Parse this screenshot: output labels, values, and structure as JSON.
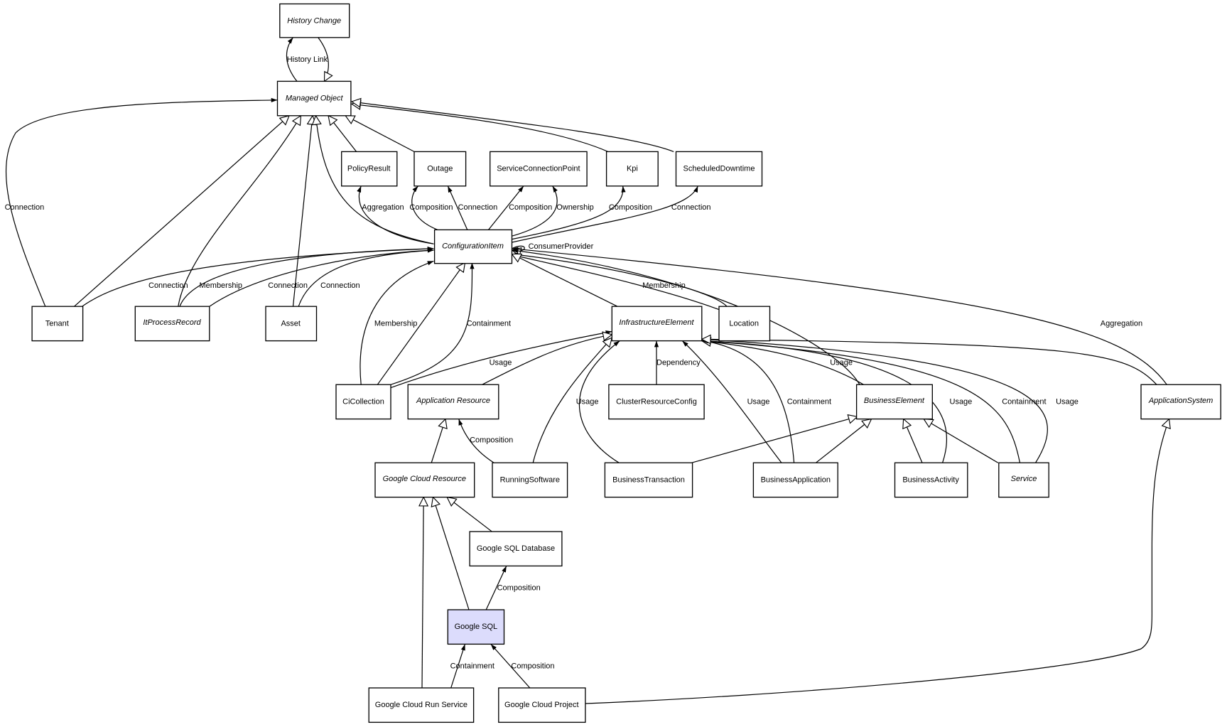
{
  "title": "Google SQL class diagram",
  "nodes": {
    "history_change": {
      "label": "History Change",
      "abstract": true
    },
    "managed_object": {
      "label": "Managed Object",
      "abstract": true
    },
    "policy_result": {
      "label": "PolicyResult",
      "abstract": false
    },
    "outage": {
      "label": "Outage",
      "abstract": false
    },
    "service_connection_point": {
      "label": "ServiceConnectionPoint",
      "abstract": false
    },
    "kpi": {
      "label": "Kpi",
      "abstract": false
    },
    "scheduled_downtime": {
      "label": "ScheduledDowntime",
      "abstract": false
    },
    "configuration_item": {
      "label": "ConfigurationItem",
      "abstract": true
    },
    "tenant": {
      "label": "Tenant",
      "abstract": false
    },
    "it_process_record": {
      "label": "ItProcessRecord",
      "abstract": true
    },
    "asset": {
      "label": "Asset",
      "abstract": false
    },
    "infrastructure_element": {
      "label": "InfrastructureElement",
      "abstract": true
    },
    "location": {
      "label": "Location",
      "abstract": false
    },
    "ci_collection": {
      "label": "CiCollection",
      "abstract": false
    },
    "application_resource": {
      "label": "Application Resource",
      "abstract": true
    },
    "cluster_resource_config": {
      "label": "ClusterResourceConfig",
      "abstract": false
    },
    "business_element": {
      "label": "BusinessElement",
      "abstract": true
    },
    "application_system": {
      "label": "ApplicationSystem",
      "abstract": true
    },
    "google_cloud_resource": {
      "label": "Google Cloud Resource",
      "abstract": true
    },
    "running_software": {
      "label": "RunningSoftware",
      "abstract": false
    },
    "business_transaction": {
      "label": "BusinessTransaction",
      "abstract": false
    },
    "business_application": {
      "label": "BusinessApplication",
      "abstract": false
    },
    "business_activity": {
      "label": "BusinessActivity",
      "abstract": false
    },
    "service": {
      "label": "Service",
      "abstract": true
    },
    "google_sql_database": {
      "label": "Google SQL Database",
      "abstract": false
    },
    "google_sql": {
      "label": "Google SQL",
      "abstract": false,
      "highlighted": true,
      "fill": "#dcdcfc"
    },
    "google_cloud_run_service": {
      "label": "Google Cloud Run Service",
      "abstract": false
    },
    "google_cloud_project": {
      "label": "Google Cloud Project",
      "abstract": false
    }
  },
  "edge_labels": {
    "history_link": "History Link",
    "tenant_mo_connection": "Connection",
    "ci_policy_aggregation": "Aggregation",
    "ci_outage_composition": "Composition",
    "ci_outage_connection": "Connection",
    "ci_scp_composition": "Composition",
    "ci_scp_ownership": "Ownership",
    "ci_kpi_composition": "Composition",
    "ci_sd_connection": "Connection",
    "ci_consumer_provider": "ConsumerProvider",
    "tenant_ci_connection": "Connection",
    "itpr_ci_membership": "Membership",
    "itpr_ci_connection": "Connection",
    "asset_ci_connection": "Connection",
    "location_ci_membership": "Membership",
    "appsys_ci_aggregation": "Aggregation",
    "cicol_ci_membership": "Membership",
    "cicol_ci_containment": "Containment",
    "cicol_ie_usage": "Usage",
    "crc_ie_dependency": "Dependency",
    "bt_ie_usage": "Usage",
    "ba_ie_usage": "Usage",
    "ba_ie_containment": "Containment",
    "be_ie_usage": "Usage",
    "bact_ie_usage": "Usage",
    "svc_ie_containment": "Containment",
    "svc_ie_usage": "Usage",
    "rs_ar_composition": "Composition",
    "gsql_gsqldb_composition": "Composition",
    "gcrs_gsql_containment": "Containment",
    "gcp_gsql_composition": "Composition"
  }
}
